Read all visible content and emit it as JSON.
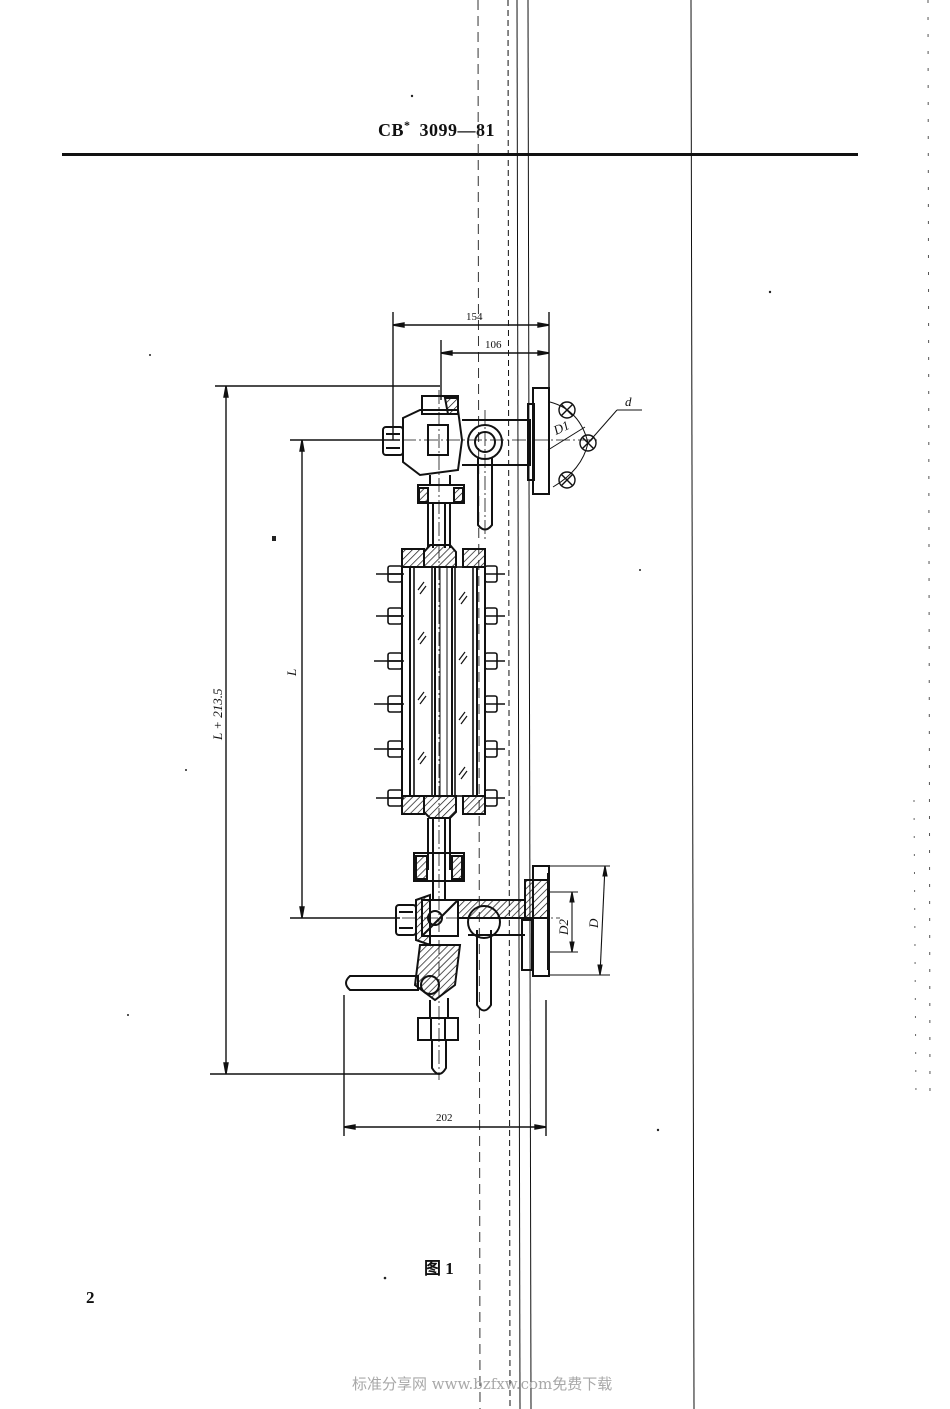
{
  "header": {
    "standard_prefix": "CB",
    "standard_mark": "*",
    "standard_number": "3099—81"
  },
  "drawing": {
    "title": "Level gauge assembly (sectional drawing)",
    "dimensions": {
      "overall_width_top": "154",
      "flange_offset_top": "106",
      "bottom_width": "202",
      "overall_height": "L + 213.5",
      "center_distance": "L",
      "flange_bolt_circle": "D1",
      "bolt_hole_diameter": "d",
      "flange_inner_diameter": "D2",
      "flange_outer_diameter": "D"
    }
  },
  "figure": {
    "caption": "图 1"
  },
  "footer": {
    "page_number": "2",
    "watermark": "标准分享网 www.bzfxw.com免费下载"
  }
}
